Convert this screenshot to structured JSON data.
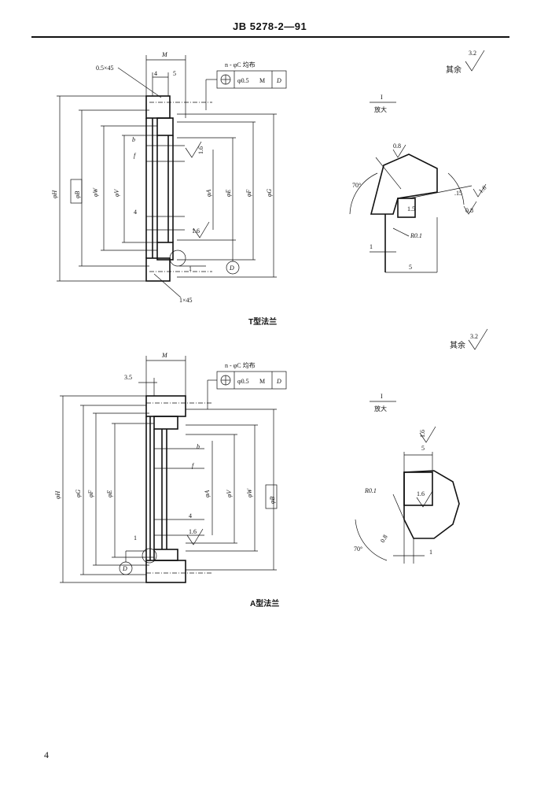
{
  "header": {
    "standard_code": "JB 5278-2—91"
  },
  "page_number": "4",
  "drawing_t": {
    "caption": "T型法兰",
    "remainder_prefix": "其余",
    "remainder_roughness": "3.2",
    "chamfer_top": "0.5×45",
    "chamfer_bottom": "1×45",
    "dims": {
      "M": "M",
      "d4": "4",
      "d5": "5",
      "b": "b",
      "f": "f",
      "f4": "4",
      "one": "1"
    },
    "diameters": {
      "H": "φH",
      "B": "φB",
      "W": "φW",
      "V": "φV",
      "A": "φA",
      "E": "φE",
      "F": "φF",
      "G": "φG"
    },
    "roughness": {
      "face": "1.6",
      "bore": "1.6"
    },
    "holes_note": "n - φC 均布",
    "tolerance": {
      "value": "φ0.5",
      "modifier": "M",
      "datum": "D"
    },
    "datum_label": "D"
  },
  "drawing_a": {
    "caption": "A型法兰",
    "remainder_prefix": "其余",
    "remainder_roughness": "3.2",
    "dims": {
      "M": "M",
      "d35": "3.5",
      "b": "b",
      "f": "f",
      "f4": "4",
      "one": "1"
    },
    "diameters": {
      "H": "φH",
      "G": "φG",
      "F": "φF",
      "E": "φE",
      "A": "φA",
      "V": "φV",
      "W": "φW",
      "B": "φB"
    },
    "roughness": {
      "face": "1.6"
    },
    "holes_note": "n - φC 均布",
    "tolerance": {
      "value": "φ0.5",
      "modifier": "M",
      "datum": "D"
    },
    "datum_label": "D"
  },
  "detail_t": {
    "label": "I",
    "scale": "放大",
    "angle": "70°",
    "radius": "R0.1",
    "r_top": "0.8",
    "r_side": "1.6",
    "r_small": "0.8",
    "d_15a": ".15",
    "d_15b": "1.5",
    "d_1": "1",
    "d_5": "5"
  },
  "detail_a": {
    "label": "I",
    "scale": "放大",
    "angle": "70°",
    "radius": "R0.1",
    "r_top": "1.6",
    "r_face": "1.6",
    "r_small": "0.8",
    "d_5": "5",
    "d_1": "1"
  }
}
